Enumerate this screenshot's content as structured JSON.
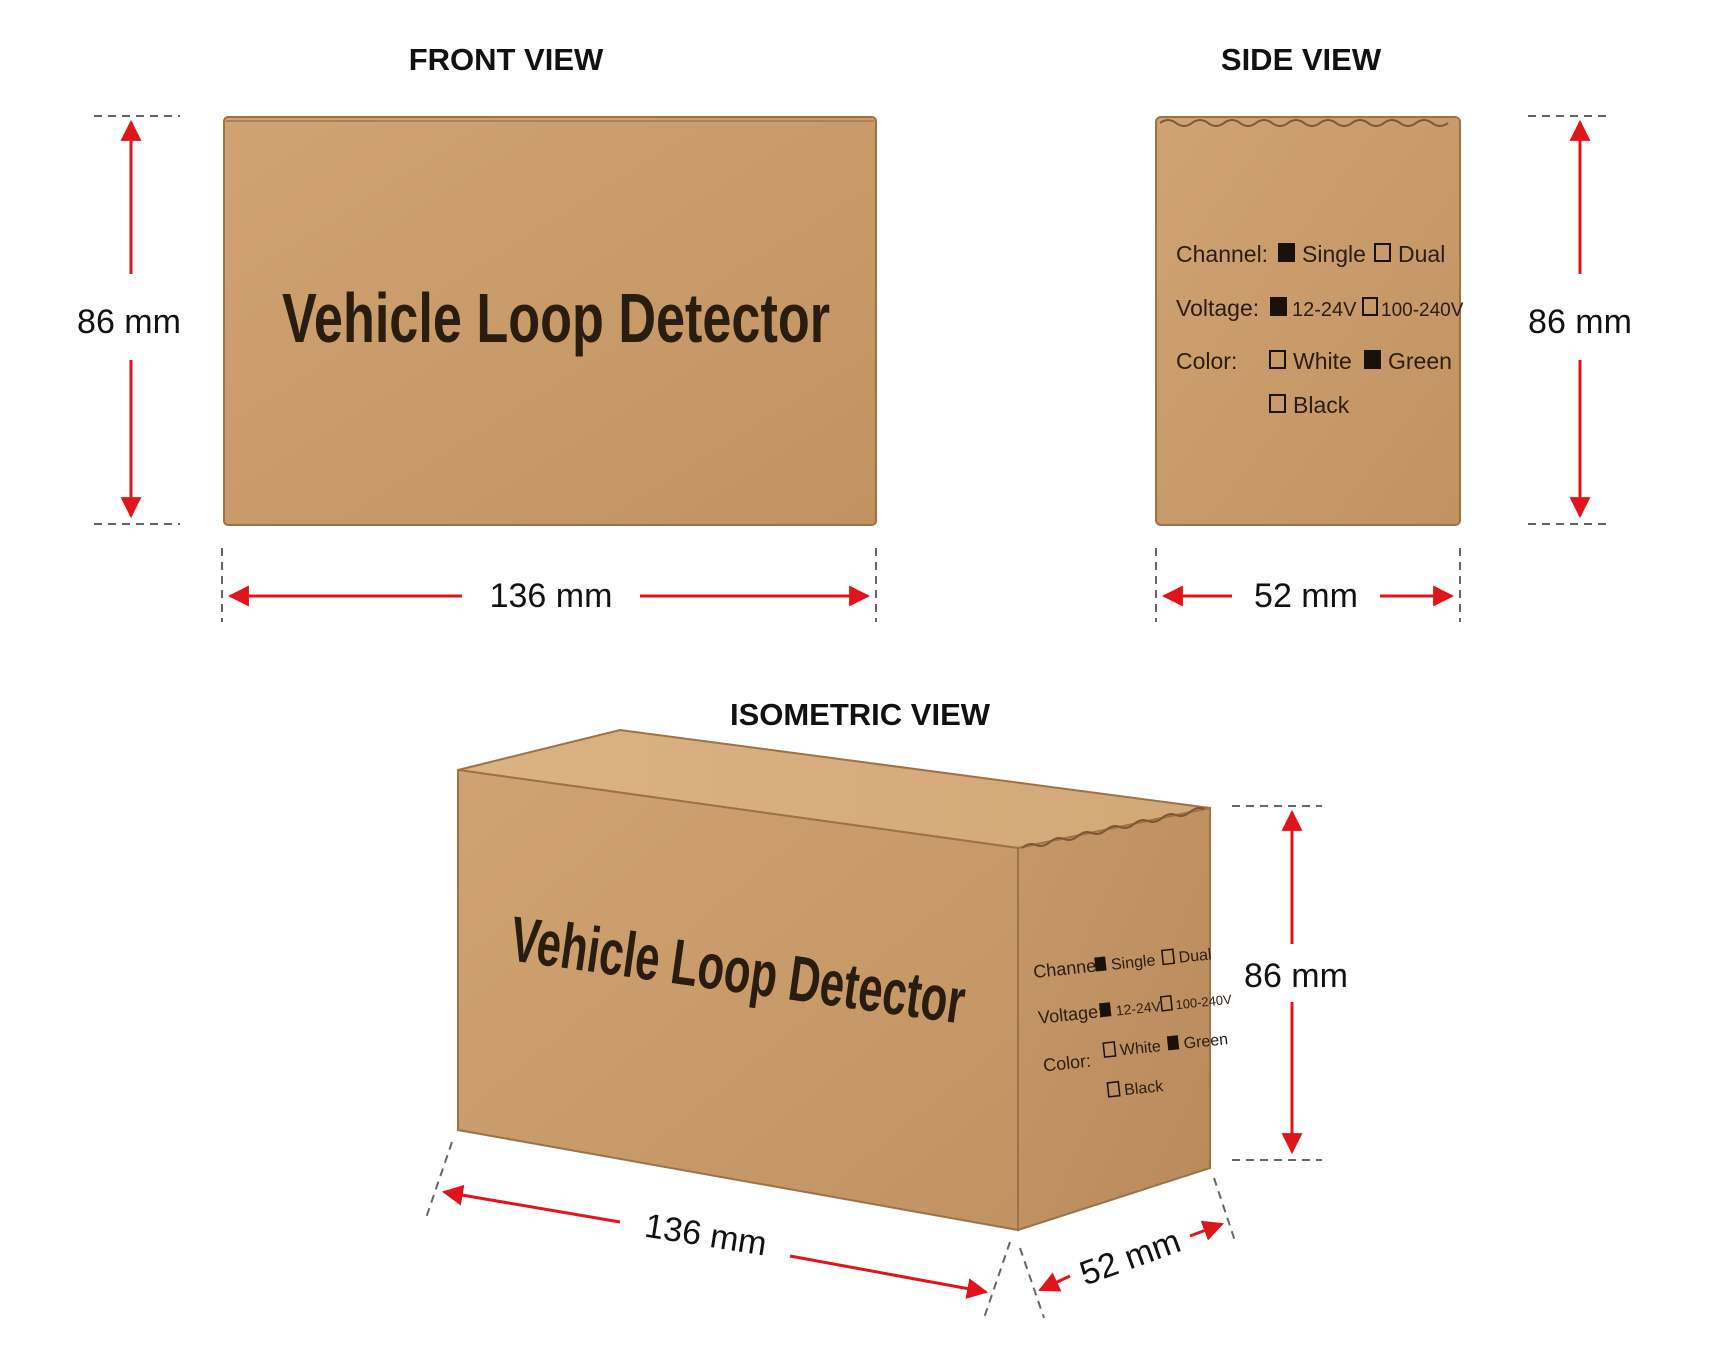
{
  "views": {
    "front": {
      "title": "FRONT VIEW"
    },
    "side": {
      "title": "SIDE VIEW"
    },
    "isometric": {
      "title": "ISOMETRIC VIEW"
    }
  },
  "product_name": "Vehicle Loop Detector",
  "dimensions": {
    "height": "86 mm",
    "length": "136 mm",
    "width": "52 mm"
  },
  "specs": {
    "channel": {
      "label": "Channel:",
      "options": [
        {
          "text": "Single",
          "checked": true
        },
        {
          "text": "Dual",
          "checked": false
        }
      ]
    },
    "voltage": {
      "label": "Voltage:",
      "options": [
        {
          "text": "12-24V",
          "checked": true
        },
        {
          "text": "100-240V",
          "checked": false
        }
      ]
    },
    "color": {
      "label": "Color:",
      "options": [
        {
          "text": "White",
          "checked": false
        },
        {
          "text": "Green",
          "checked": true
        },
        {
          "text": "Black",
          "checked": false
        }
      ]
    }
  },
  "colors": {
    "cardboard": "#c79a69",
    "cardboard_dark": "#a97c4f",
    "cardboard_light": "#d6ab7b",
    "arrow": "#e0151b",
    "ink": "#2a1d10"
  }
}
